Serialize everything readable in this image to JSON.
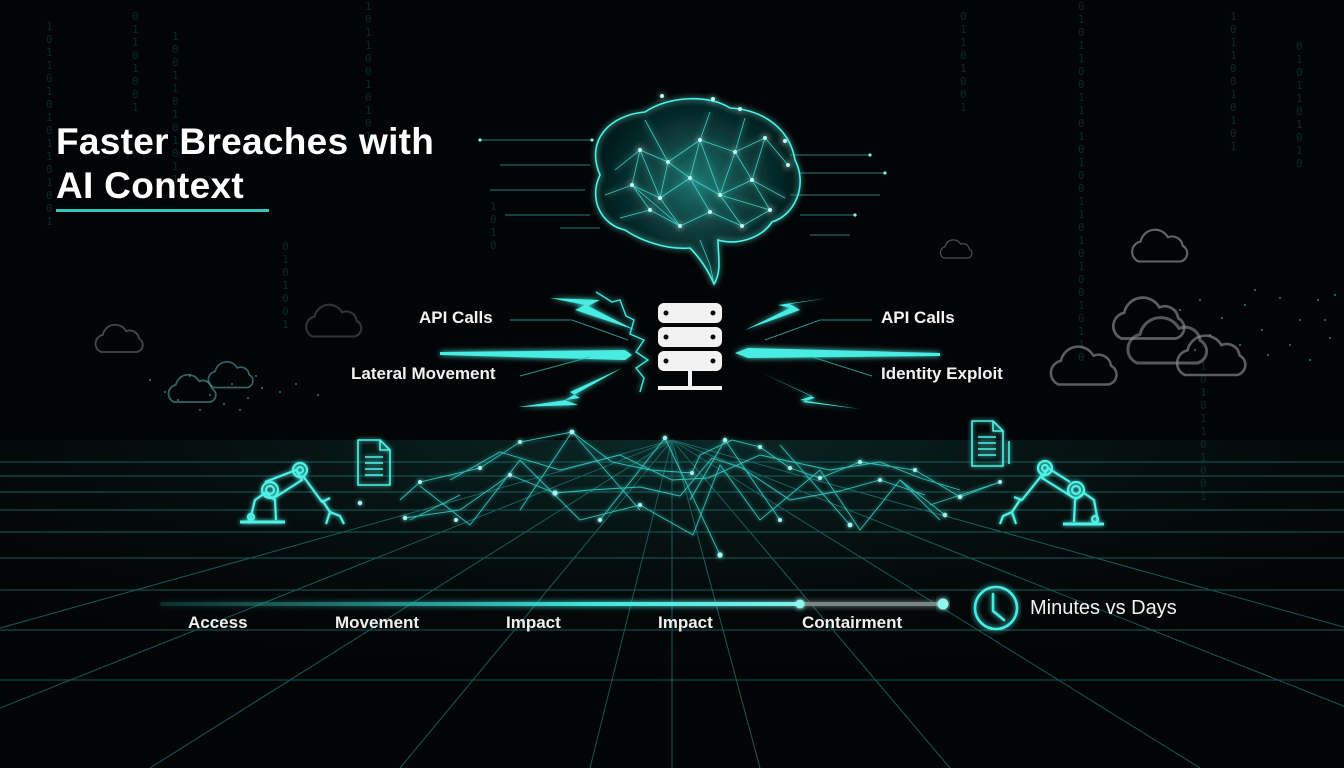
{
  "title": {
    "line1": "Faster Breaches with",
    "line2": "AI Context"
  },
  "server": {
    "icon": "server-stack-icon",
    "left_labels": [
      "API Calls",
      "Lateral Movement"
    ],
    "right_labels": [
      "API Calls",
      "Identity Exploit"
    ]
  },
  "timeline": {
    "stages": [
      "Access",
      "Movement",
      "Impact",
      "Impact",
      "Contairment"
    ],
    "clock_icon": "clock-icon",
    "comparison_label": "Minutes vs Days"
  },
  "decorations": {
    "brain": "neural-brain-icon",
    "network": "node-network-mesh",
    "robot_arms": [
      "robot-arm-left-icon",
      "robot-arm-right-icon"
    ],
    "documents": [
      "document-icon-left",
      "document-icon-right"
    ],
    "clouds": "cloud-icon"
  },
  "colors": {
    "background": "#030405",
    "accent": "#3ee6dc",
    "accent_dim": "#1f8f8a",
    "text": "#f2f2f2",
    "cloud_stroke": "#8a8f93"
  }
}
